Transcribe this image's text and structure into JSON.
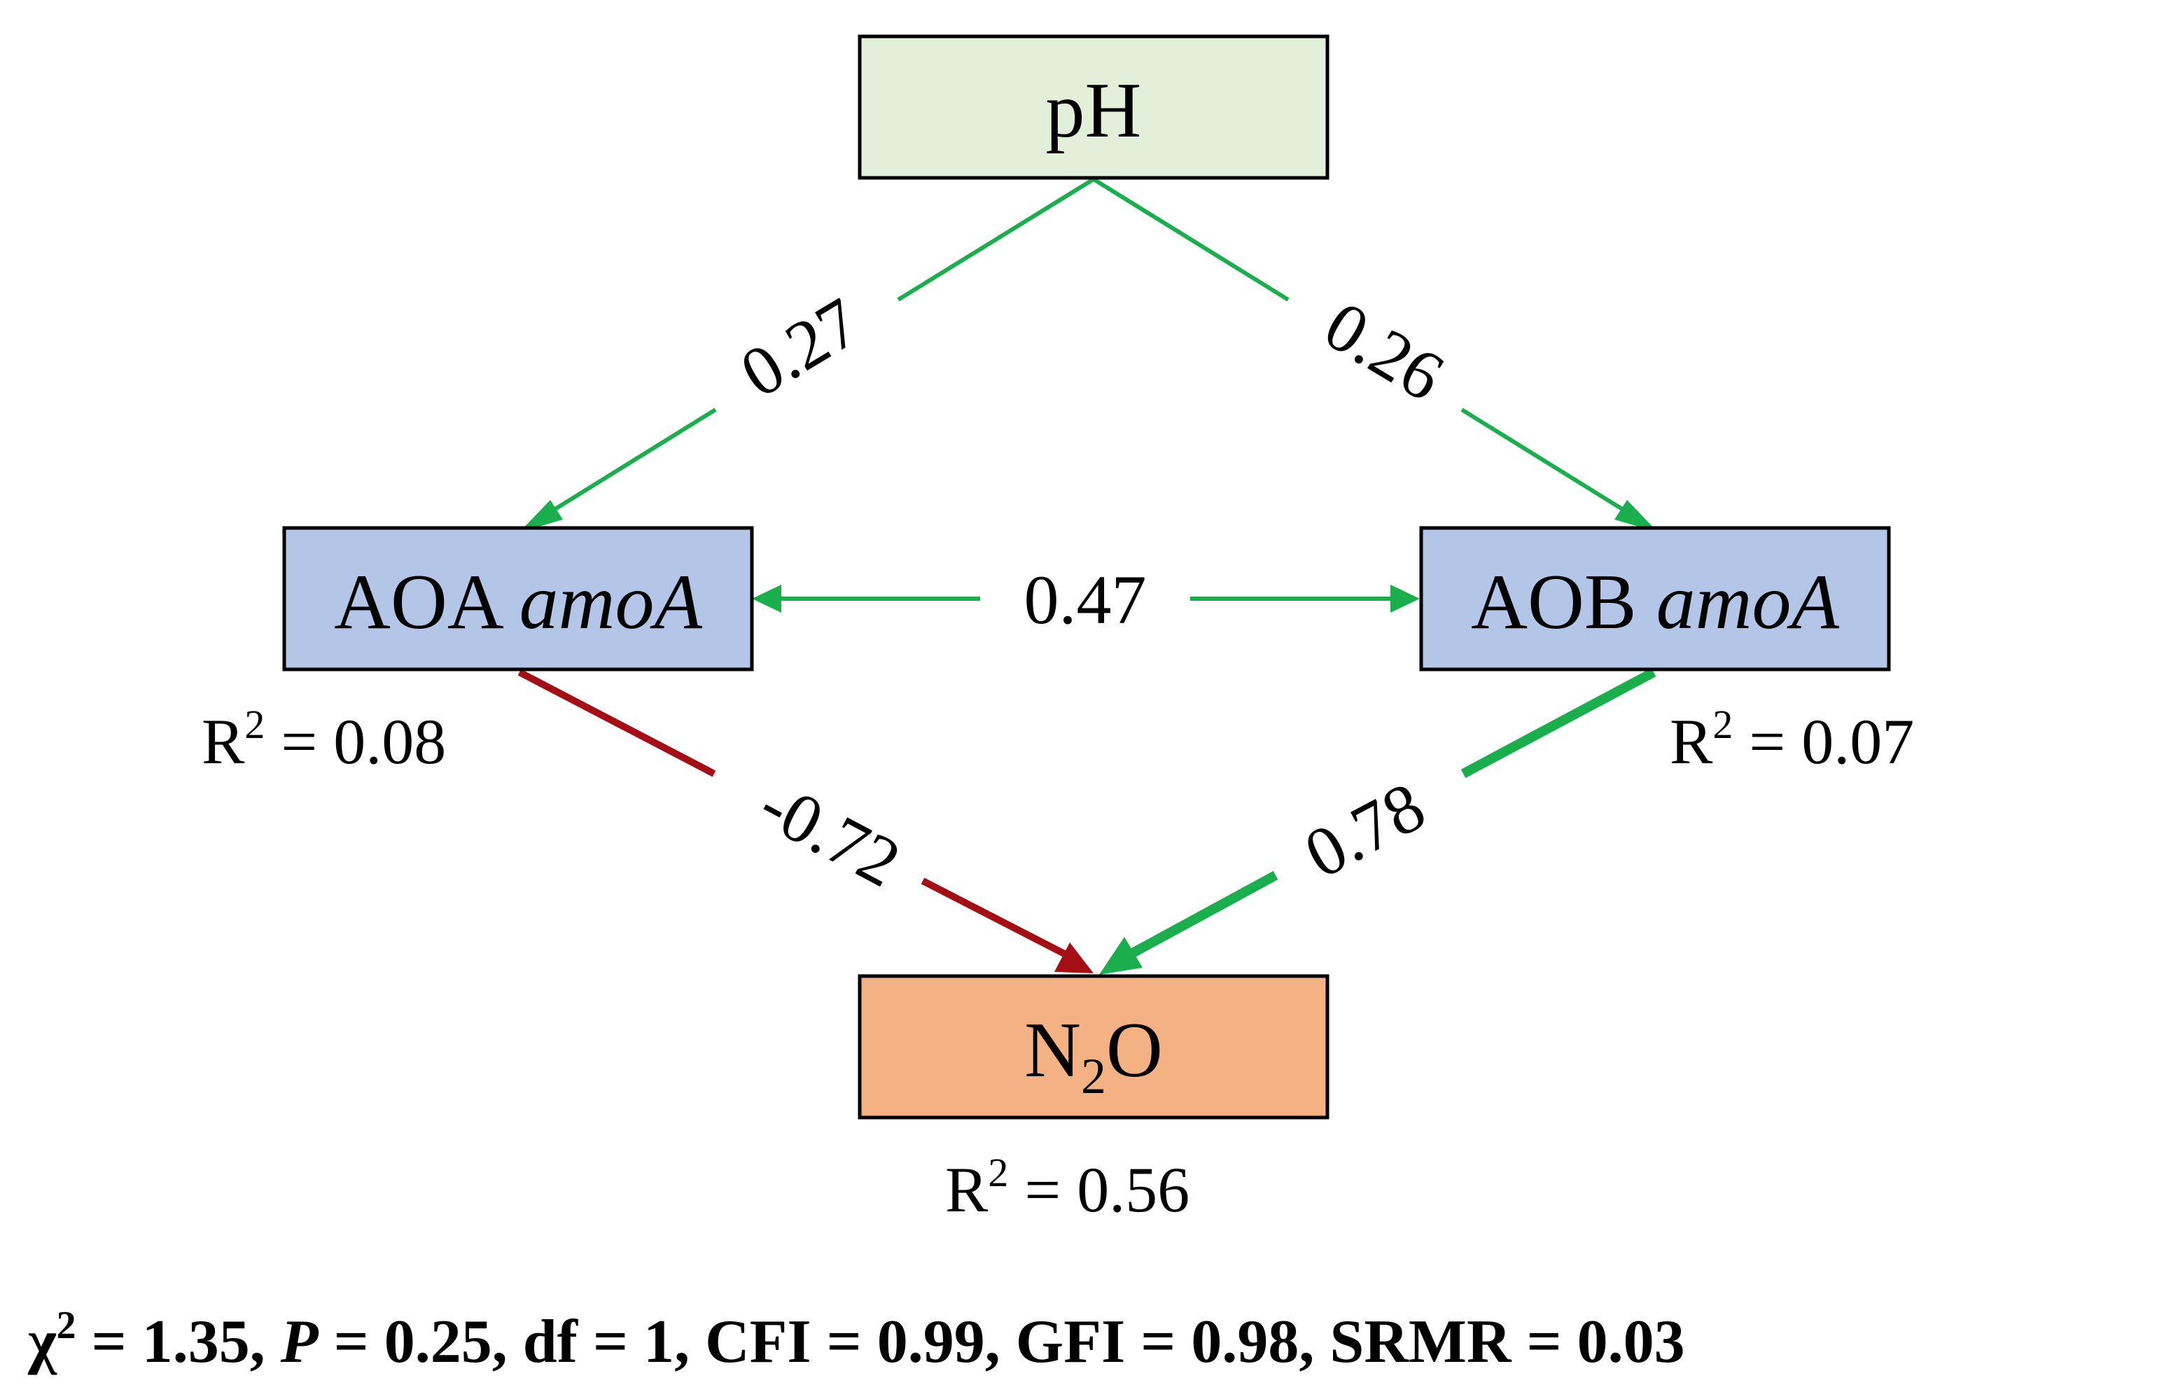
{
  "colors": {
    "positive": "#1aaf4c",
    "negative": "#a30f14",
    "node_ph": "#e2efd9",
    "node_aoa": "#b4c6e7",
    "node_aob": "#b4c6e7",
    "node_n2o": "#f4b183",
    "stroke": "#000000"
  },
  "nodes": {
    "ph": {
      "label": "pH"
    },
    "aoa": {
      "label": "AOA",
      "label_italic": "amoA",
      "r2_label": "R",
      "r2_sup": "2",
      "r2_value": " = 0.08"
    },
    "aob": {
      "label": "AOB",
      "label_italic": "amoA",
      "r2_label": "R",
      "r2_sup": "2",
      "r2_value": " = 0.07"
    },
    "n2o": {
      "label": "N",
      "label_sub": "2",
      "label_tail": "O",
      "r2_label": "R",
      "r2_sup": "2",
      "r2_value": " = 0.56"
    }
  },
  "paths": [
    {
      "from": "pH",
      "to": "AOA amoA",
      "coefficient": "0.27",
      "sign": "positive"
    },
    {
      "from": "pH",
      "to": "AOB amoA",
      "coefficient": "0.26",
      "sign": "positive"
    },
    {
      "from": "AOA amoA",
      "to": "AOB amoA",
      "coefficient": "0.47",
      "sign": "positive",
      "bidirectional": true
    },
    {
      "from": "AOA amoA",
      "to": "N2O",
      "coefficient": "-0.72",
      "sign": "negative"
    },
    {
      "from": "AOB amoA",
      "to": "N2O",
      "coefficient": "0.78",
      "sign": "positive"
    }
  ],
  "fit": {
    "chi_symbol": "χ",
    "chi_sup": "2",
    "chi_value": " = 1.35, ",
    "p_symbol": "P",
    "rest": " = 0.25, df = 1, CFI = 0.99, GFI = 0.98, SRMR = 0.03"
  }
}
